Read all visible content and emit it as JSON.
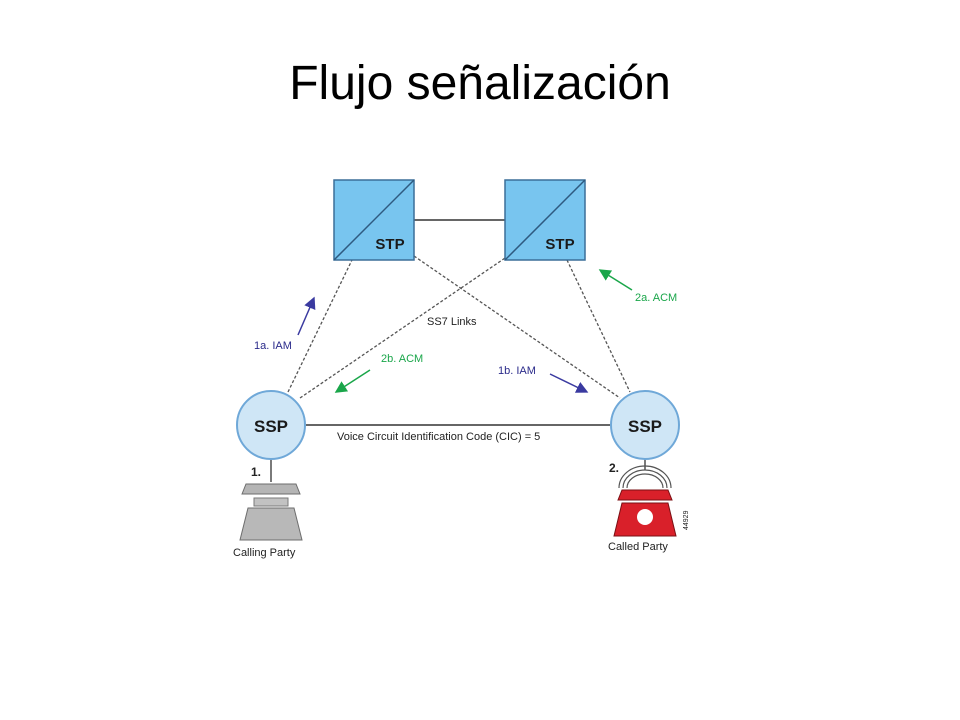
{
  "slide": {
    "title": "Flujo señalización"
  },
  "nodes": {
    "stp_left": "STP",
    "stp_right": "STP",
    "ssp_left": "SSP",
    "ssp_right": "SSP"
  },
  "labels": {
    "ss7_links": "SS7 Links",
    "voice_circuit": "Voice Circuit Identification Code (CIC) = 5",
    "step_1a": "1a. IAM",
    "step_1b": "1b. IAM",
    "step_2a": "2a. ACM",
    "step_2b": "2b. ACM",
    "calling_step": "1.",
    "called_step": "2.",
    "calling_party": "Calling Party",
    "called_party": "Called Party",
    "figure_id": "44929"
  },
  "colors": {
    "stp_fill": "#78c5ef",
    "ssp_fill": "#cfe6f6",
    "ssp_stroke": "#6fa8d8",
    "iam_arrow": "#3a3aa0",
    "acm_arrow": "#1aa64a",
    "acm_text": "#1aa64a",
    "iam_text": "#2a2a8a",
    "called_phone": "#d9202a"
  }
}
